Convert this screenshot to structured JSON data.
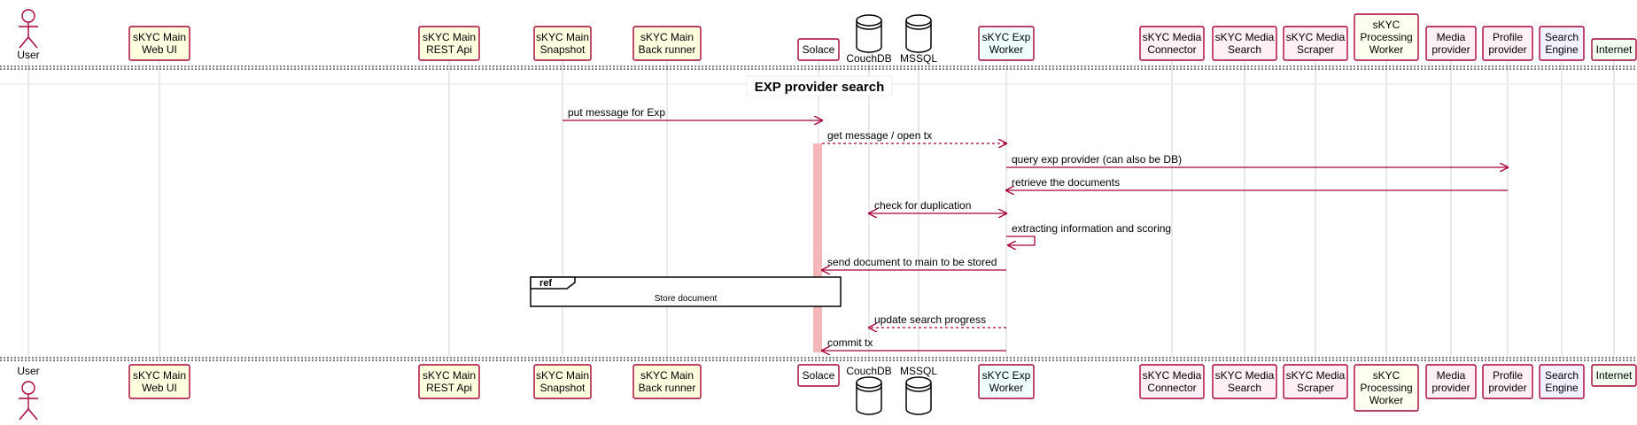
{
  "colors": {
    "arrow": "#A80036",
    "lifeline": "#D3D3D3",
    "activation": "#F4B6B6",
    "text": "#000000"
  },
  "participants": [
    {
      "id": "user",
      "kind": "actor",
      "lines": [
        "User"
      ],
      "fill": "#FFFFFF"
    },
    {
      "id": "webui",
      "kind": "box",
      "lines": [
        "sKYC Main",
        "Web UI"
      ],
      "fill": "#FFFFE0"
    },
    {
      "id": "rest",
      "kind": "box",
      "lines": [
        "sKYC Main",
        "REST Api"
      ],
      "fill": "#FFFFE0"
    },
    {
      "id": "snapshot",
      "kind": "box",
      "lines": [
        "sKYC Main",
        "Snapshot"
      ],
      "fill": "#FFFFE0"
    },
    {
      "id": "backrunner",
      "kind": "box",
      "lines": [
        "sKYC Main",
        "Back runner"
      ],
      "fill": "#FFFFE0"
    },
    {
      "id": "solace",
      "kind": "box",
      "lines": [
        "Solace"
      ],
      "fill": "#FFFFFF"
    },
    {
      "id": "couchdb",
      "kind": "db",
      "lines": [
        "CouchDB"
      ],
      "fill": "#FFFFFF"
    },
    {
      "id": "mssql",
      "kind": "db",
      "lines": [
        "MSSQL"
      ],
      "fill": "#FFFFFF"
    },
    {
      "id": "expworker",
      "kind": "box",
      "lines": [
        "sKYC Exp",
        "Worker"
      ],
      "fill": "#F0FFFF"
    },
    {
      "id": "connector",
      "kind": "box",
      "lines": [
        "sKYC Media",
        "Connector"
      ],
      "fill": "#FFF0F5"
    },
    {
      "id": "msearch",
      "kind": "box",
      "lines": [
        "sKYC Media",
        "Search"
      ],
      "fill": "#FFF0F5"
    },
    {
      "id": "scraper",
      "kind": "box",
      "lines": [
        "sKYC Media",
        "Scraper"
      ],
      "fill": "#FFF0F5"
    },
    {
      "id": "processing",
      "kind": "box",
      "lines": [
        "sKYC",
        "Processing",
        "Worker"
      ],
      "fill": "#FFFFF0"
    },
    {
      "id": "mediaprov",
      "kind": "box",
      "lines": [
        "Media",
        "provider"
      ],
      "fill": "#FFF0F5"
    },
    {
      "id": "profileprov",
      "kind": "box",
      "lines": [
        "Profile",
        "provider"
      ],
      "fill": "#FFF0F5"
    },
    {
      "id": "searchengine",
      "kind": "box",
      "lines": [
        "Search",
        "Engine"
      ],
      "fill": "#F0F0FF"
    },
    {
      "id": "internet",
      "kind": "box",
      "lines": [
        "Internet"
      ],
      "fill": "#F0FFF0"
    }
  ],
  "group_title": "EXP provider search",
  "messages": [
    {
      "from": "snapshot",
      "to": "solace",
      "label": "put message for Exp",
      "style": "solid"
    },
    {
      "from": "solace",
      "to": "expworker",
      "label": "get message / open tx",
      "style": "dashed"
    },
    {
      "from": "expworker",
      "to": "profileprov",
      "label": "query exp provider (can also be DB)",
      "style": "solid"
    },
    {
      "from": "profileprov",
      "to": "expworker",
      "label": "retrieve the documents",
      "style": "solid"
    },
    {
      "from": "expworker",
      "to": "couchdb",
      "label": "check for duplication",
      "style": "solid",
      "both": true
    },
    {
      "from": "expworker",
      "to": "expworker",
      "label": "extracting information and scoring",
      "style": "self"
    },
    {
      "from": "expworker",
      "to": "solace",
      "label": "send document to main to be stored",
      "style": "solid"
    },
    {
      "from": "expworker",
      "to": "couchdb",
      "label": "update search progress",
      "style": "dashed"
    },
    {
      "from": "expworker",
      "to": "solace",
      "label": "commit tx",
      "style": "solid"
    }
  ],
  "ref": {
    "tag": "ref",
    "text": "Store document"
  }
}
